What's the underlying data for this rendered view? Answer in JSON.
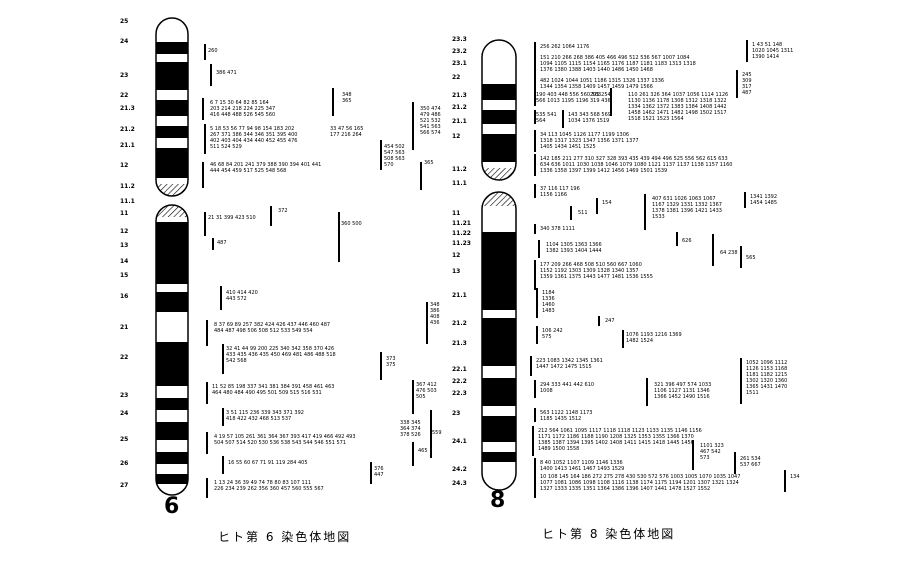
{
  "chr6": {
    "number": "6",
    "caption": "ヒト第 6 染色体地図",
    "band_labels": [
      "25",
      "24",
      "23",
      "22",
      "21.3",
      "21.2",
      "21.1",
      "12",
      "11.2",
      "11.1",
      "11",
      "12",
      "13",
      "14",
      "15",
      "16",
      "21",
      "22",
      "23",
      "24",
      "25",
      "26",
      "27"
    ],
    "clone_groups": [
      "260",
      "386  471",
      "6  7  15  30  64  82  85  164\n203  214  218  224  225  347\n416  448  488  526  545  560",
      "5  18  53  56  77  94  98  154  183  202\n267  371  386  344  346  351  395  400\n402  403  404  434  440  452  455  476\n511  524  529",
      "46  68  84  201  241  379  388  390  394  401  441\n444  454  459  517  525  548  568",
      "21  31  399  423  510",
      "487",
      "410  414  420\n443  572",
      "8  37  69  89  257  382  424  426  437  446  460  487\n484  487  498  506  508  512  533  549  554",
      "32  41  44  99  200  225  340  342  358  370  426\n433  435  436  435  450  469  481  486  488  518\n542  568",
      "11  52  85  198  337  341  381  384  391  458  461  463\n464  480  484  490  495  501  509  515  516  531",
      "3  51  115  236  339  343  371  392\n418  422  432  468  513  537",
      "4  19  57  105  261  361  364  367  393  417  419  466  492  493\n504  507  514  520  530  536  538  543  544  546  551  571",
      "16  55  60  67  71  91  119  284  405",
      "1  13  24  36  39  49  74  78  80  83  107  111\n226  234  239  262  356  360  457  560  555  567",
      "348\n365",
      "33  47  56  165\n177  216  264",
      "350  474\n479  486\n521  532\n541  563\n566  574",
      "454  502\n547  563\n508  563\n570",
      "365",
      "372",
      "360    500",
      "348\n386\n408\n436",
      "373\n375",
      "367  412\n476  503\n505",
      "338  345\n364  374\n378  526",
      "559",
      "465",
      "376\n447"
    ]
  },
  "chr8": {
    "number": "8",
    "caption": "ヒト第 8 染色体地図",
    "band_labels": [
      "23.3",
      "23.2",
      "23.1",
      "22",
      "21.3",
      "21.2",
      "21.1",
      "12",
      "11.2",
      "11.1",
      "11",
      "11.21",
      "11.22",
      "11.23",
      "12",
      "13",
      "21.1",
      "21.2",
      "21.3",
      "22.1",
      "22.2",
      "22.3",
      "23",
      "24.1",
      "24.2",
      "24.3"
    ],
    "clone_groups": [
      "256  262  1064  1176",
      "151  210  266  268  386  405  466  496  512  536  567  1007  1084\n1094  1105  1115  1154  1165  1176  1187  1181  1183  1313  1318\n1376  1380  1388  1403  1440  1486  1450  1468",
      "482  1024  1044  1051  1186  1315  1326  1337  1336\n1344  1354  1358  1409  1457  1459  1479  1566",
      "190  403  448  556  560  563\n566  1013  1195  1196",
      "535  541\n564",
      "143  343  568  569\n1034  1376  1519",
      "205  254\n319  436",
      "110  261  326  364  1037  1056  1114  1126\n1130  1136  1178  1308  1312  1318  1322\n1334  1362  1372  1383  1384  1408  1442\n1458  1462  1471  1482  1498  1502  1517\n1518  1521  1523  1564",
      "34  113  1045  1126  1177  1199  1306\n1318  1317  1323  1347  1356  1371  1377\n1405  1434  1451  1525",
      "142  185  211  277  310  327  328  393  435  439  494  496  525  556  562  615  633\n634  636  1011  1030  1038  1046  1079  1080  1121  1137  1137  1138  1157  1160\n1336  1358  1397  1399  1412  1456  1469  1501  1539",
      "37  116  117  196\n1156  1166",
      "511",
      "154",
      "407  631  1026  1063  1067\n1167  1329  1331  1332  1367\n1378  1381  1396  1421  1433\n1533",
      "1341  1392\n1454  1485",
      "340  378  1111",
      "626",
      "1104  1305  1363  1366\n1382  1393  1404  1444",
      "64  238",
      "565",
      "177  209  266  468  508  510  560  667  1060\n1152  1192  1303  1309  1328  1340  1357\n1359  1361  1375  1443  1477  1481  1536  1555",
      "1184\n1336\n1460\n1483",
      "247",
      "106  242\n575",
      "1076  1193  1216  1369\n1482  1524",
      "223  1083  1342  1345  1361\n1447  1472  1475  1515",
      "294  333  441  442  610\n1008",
      "321  396  497  574  1033\n1106  1127  1131  1346\n1366  1452  1490  1516",
      "1052  1096  1112\n1126  1153  1168\n1181  1182  1215\n1302  1320  1360\n1365  1431  1470\n1511",
      "563  1122  1148  1173\n1185  1435  1512",
      "212  564  1061  1095  1117  1118  1118  1123  1133  1135  1146  1156\n1171  1172  1186  1188  1190  1208  1325  1353  1355  1366  1370\n1385  1387  1394  1395  1402  1408  1411  1415  1418  1445  1456\n1489  1500  1558",
      "1101  323\n467  542\n573",
      "261  534\n537  667",
      "8  40  1052  1107  1109  1146  1336\n1400  1413  1461  1467  1493  1529",
      "10  108  145  164  186  272  275  278  430  530  572  576  1003  1005  1070  1035  1047\n1077  1081  1086  1098  1108  1116  1138  1174  1175  1194  1201  1307  1321  1324\n1327  1333  1335  1351  1364  1386  1396  1407  1441  1478  1527  1552",
      "134",
      "1  43  51  148\n1020  1045  1311\n1390  1414",
      "245\n309\n317\n487"
    ]
  }
}
